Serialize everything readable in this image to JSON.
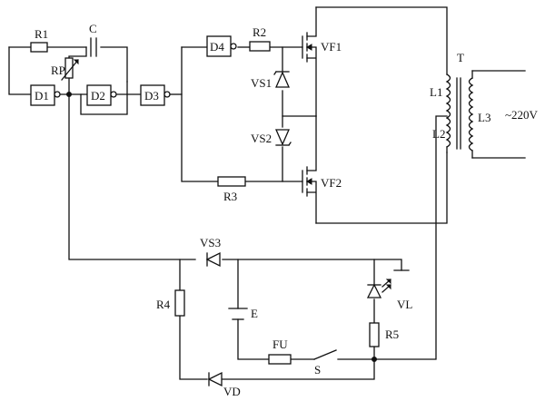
{
  "labels": {
    "R1": "R1",
    "C": "C",
    "RP": "RP",
    "D1": "D1",
    "D2": "D2",
    "D3": "D3",
    "D4": "D4",
    "R2": "R2",
    "R3": "R3",
    "R4": "R4",
    "R5": "R5",
    "VF1": "VF1",
    "VF2": "VF2",
    "VS1": "VS1",
    "VS2": "VS2",
    "VS3": "VS3",
    "T": "T",
    "L1": "L1",
    "L2": "L2",
    "L3": "L3",
    "AC": "~220V",
    "E": "E",
    "FU": "FU",
    "S": "S",
    "VL": "VL",
    "VD": "VD"
  }
}
